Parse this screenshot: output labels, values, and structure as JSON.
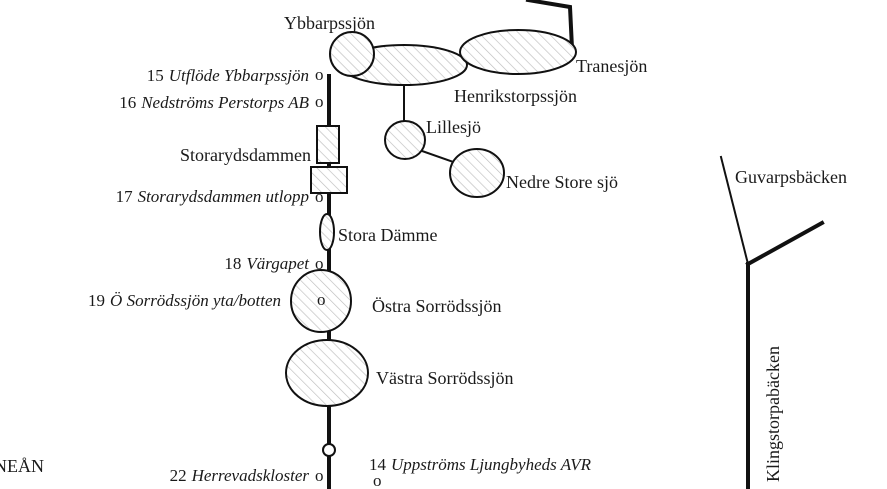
{
  "lakes": {
    "ybbarpssjon": "Ybbarpssjön",
    "tranesjon": "Tranesjön",
    "henrikstorpssjon": "Henrikstorpssjön",
    "lillesjo": "Lillesjö",
    "nedre_store_sjo": "Nedre Store sjö",
    "storarydsdammen": "Storarydsdammen",
    "stora_damme": "Stora Dämme",
    "ostra_sorrodssjon": "Östra Sorrödssjön",
    "vastra_sorrodssjon": "Västra Sorrödssjön"
  },
  "streams": {
    "guvarpsbacken": "Guvarpsbäcken",
    "klingstorpabacken": "Klingstorpabäcken",
    "river_partial": "NEÅN"
  },
  "stations": [
    {
      "number": "15",
      "name": "Utflöde Ybbarpssjön"
    },
    {
      "number": "16",
      "name": "Nedströms Perstorps AB"
    },
    {
      "number": "17",
      "name": "Storarydsdammen utlopp"
    },
    {
      "number": "18",
      "name": "Värgapet"
    },
    {
      "number": "19",
      "name": "Ö Sorrödssjön yta/botten"
    },
    {
      "number": "22",
      "name": "Herrevadskloster"
    },
    {
      "number": "14",
      "name": "Uppströms Ljungbyheds AVR"
    }
  ],
  "station_marker": "o"
}
